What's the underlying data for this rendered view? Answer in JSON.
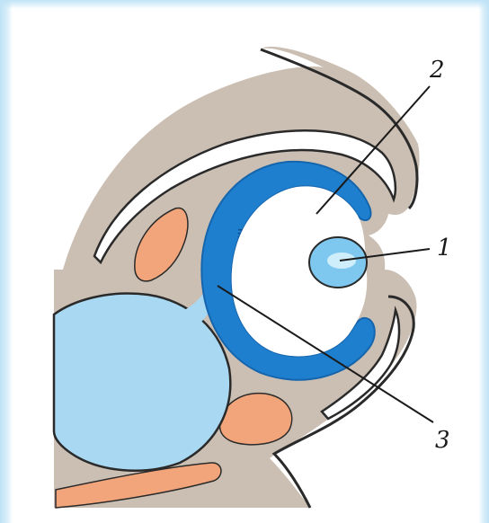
{
  "diagram": {
    "labels": [
      "1",
      "2",
      "3"
    ],
    "colors": {
      "tissue": "#cbbfb3",
      "tissue_edge": "#2a2a2a",
      "cup_ring": "#1f7fcf",
      "cup_ring_dark": "#1565ad",
      "cup_inner": "#ffffff",
      "lens": "#7ec8ef",
      "brain_vesicle": "#a9d8f2",
      "orange": "#f2a57a",
      "white_slit": "#ffffff"
    }
  }
}
